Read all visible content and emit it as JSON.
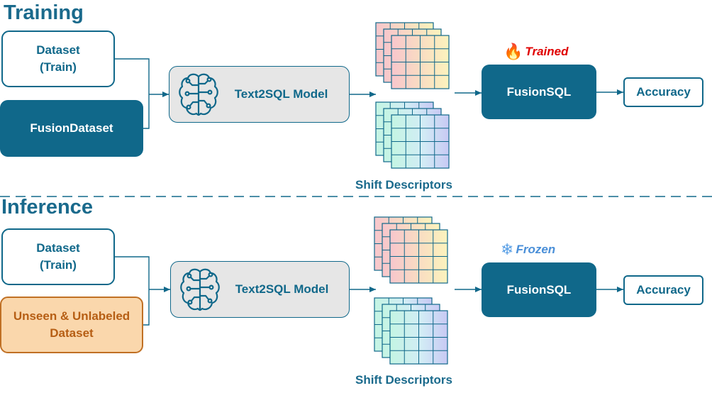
{
  "training": {
    "title": "Training",
    "dataset_train": [
      "Dataset",
      "(Train)"
    ],
    "fusion_dataset": "FusionDataset",
    "model": "Text2SQL Model",
    "descriptors_label": "Shift Descriptors",
    "badge": "Trained",
    "badge_icon": "flame-icon",
    "fusion_sql": "FusionSQL",
    "accuracy": "Accuracy"
  },
  "inference": {
    "title": "Inference",
    "dataset_train": [
      "Dataset",
      "(Train)"
    ],
    "unseen_dataset": [
      "Unseen & Unlabeled",
      "Dataset"
    ],
    "model": "Text2SQL Model",
    "descriptors_label": "Shift Descriptors",
    "badge": "Frozen",
    "badge_icon": "snowflake-icon",
    "fusion_sql": "FusionSQL",
    "accuracy": "Accuracy"
  },
  "colors": {
    "primary": "#10688a",
    "title": "#1a6a8c",
    "orange_fill": "#fad7ac",
    "orange_border": "#c07024",
    "model_fill": "#e6e6e6",
    "trained": "#e00000",
    "frozen": "#4a8fd8"
  }
}
